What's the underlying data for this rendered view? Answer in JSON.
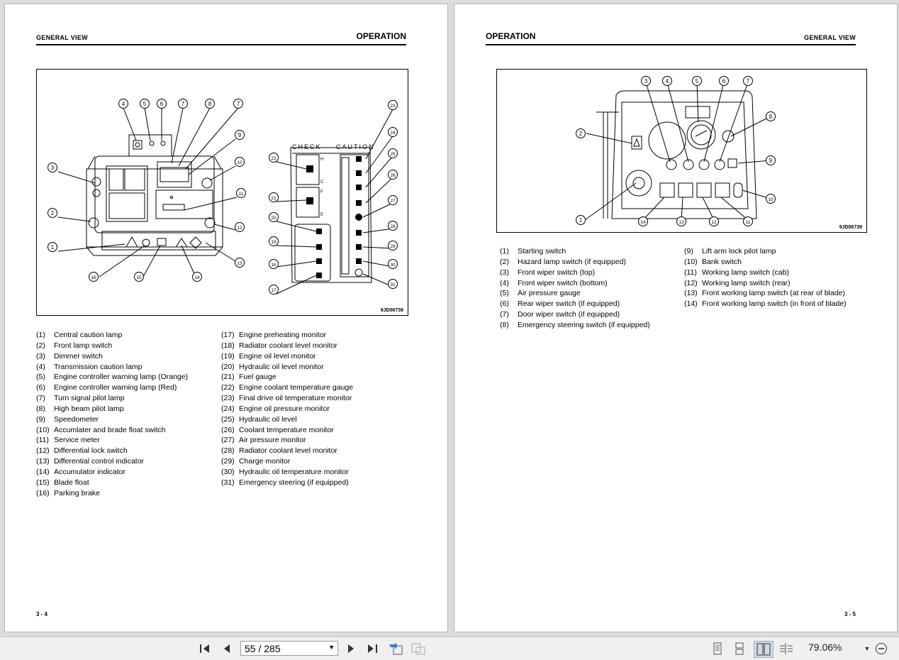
{
  "left_page": {
    "header_left": "GENERAL VIEW",
    "header_right": "OPERATION",
    "figure_code": "9JD06738",
    "monitor_labels": {
      "check": "CHECK",
      "caution": "CAUTION",
      "h": "H",
      "c": "C",
      "f": "F",
      "e": "E"
    },
    "callouts": [
      "1",
      "2",
      "3",
      "4",
      "5",
      "6",
      "7",
      "8",
      "7",
      "9",
      "10",
      "11",
      "12",
      "13",
      "14",
      "15",
      "16",
      "17",
      "18",
      "19",
      "20",
      "21",
      "22",
      "23",
      "24",
      "25",
      "26",
      "27",
      "28",
      "29",
      "30",
      "31"
    ],
    "legend_col1": [
      {
        "num": "(1)",
        "text": "Central caution lamp"
      },
      {
        "num": "(2)",
        "text": "Front lamp switch"
      },
      {
        "num": "(3)",
        "text": "Dimmer switch"
      },
      {
        "num": "(4)",
        "text": "Transmission caution lamp"
      },
      {
        "num": "(5)",
        "text": "Engine controller warning lamp (Orange)"
      },
      {
        "num": "(6)",
        "text": "Engine controller warning lamp (Red)"
      },
      {
        "num": "(7)",
        "text": "Turn signal pilot lamp"
      },
      {
        "num": "(8)",
        "text": "High beam pilot lamp"
      },
      {
        "num": "(9)",
        "text": "Speedometer"
      },
      {
        "num": "(10)",
        "text": "Accumlater and brade float switch"
      },
      {
        "num": "(11)",
        "text": "Service meter"
      },
      {
        "num": "(12)",
        "text": "Differential lock switch"
      },
      {
        "num": "(13)",
        "text": "Differential control indicator"
      },
      {
        "num": "(14)",
        "text": "Accumulator indicator"
      },
      {
        "num": "(15)",
        "text": "Blade float"
      },
      {
        "num": "(16)",
        "text": "Parking brake"
      }
    ],
    "legend_col2": [
      {
        "num": "(17)",
        "text": "Engine preheating monitor"
      },
      {
        "num": "(18)",
        "text": "Radiator coolant level monitor"
      },
      {
        "num": "(19)",
        "text": "Engine oil level monitor"
      },
      {
        "num": "(20)",
        "text": "Hydraulic oil level monitor"
      },
      {
        "num": "(21)",
        "text": "Fuel gauge"
      },
      {
        "num": "(22)",
        "text": "Engine coolant temperature gauge"
      },
      {
        "num": "(23)",
        "text": "Final drive oil temperature monitor"
      },
      {
        "num": "(24)",
        "text": "Engine oil pressure monitor"
      },
      {
        "num": "(25)",
        "text": "Hydraulic oil level"
      },
      {
        "num": "(26)",
        "text": "Coolant temperature monitor"
      },
      {
        "num": "(27)",
        "text": "Air pressure monitor"
      },
      {
        "num": "(28)",
        "text": "Radiator coolant level monitor"
      },
      {
        "num": "(29)",
        "text": "Charge monitor"
      },
      {
        "num": "(30)",
        "text": "Hydraulic oil temperature monitor"
      },
      {
        "num": "(31)",
        "text": "Emergency steering (if equipped)"
      }
    ],
    "page_number": "3 - 4"
  },
  "right_page": {
    "header_left": "OPERATION",
    "header_right": "GENERAL VIEW",
    "figure_code": "9JD06739",
    "callouts": [
      "1",
      "2",
      "3",
      "4",
      "5",
      "6",
      "7",
      "8",
      "9",
      "10",
      "11",
      "12",
      "13",
      "14"
    ],
    "legend_col1": [
      {
        "num": "(1)",
        "text": "Starting switch"
      },
      {
        "num": "(2)",
        "text": "Hazard lamp switch (if equipped)"
      },
      {
        "num": "(3)",
        "text": "Front wiper switch (top)"
      },
      {
        "num": "(4)",
        "text": "Front wiper switch (bottom)"
      },
      {
        "num": "(5)",
        "text": "Air pressure gauge"
      },
      {
        "num": "(6)",
        "text": "Rear wiper switch (if equipped)"
      },
      {
        "num": "(7)",
        "text": "Door wiper switch (if equipped)"
      },
      {
        "num": "(8)",
        "text": "Emergency steering switch (if equipped)"
      }
    ],
    "legend_col2": [
      {
        "num": "(9)",
        "text": "Lift arm lock pilot lamp"
      },
      {
        "num": "(10)",
        "text": "Bank switch"
      },
      {
        "num": "(11)",
        "text": "Working lamp switch (cab)"
      },
      {
        "num": "(12)",
        "text": "Working lamp switch (rear)"
      },
      {
        "num": "(13)",
        "text": "Front working lamp switch (at rear of blade)"
      },
      {
        "num": "(14)",
        "text": "Front working lamp switch (in front of blade)"
      }
    ],
    "page_number": "3 - 5"
  },
  "toolbar": {
    "page_input": "55 / 285",
    "zoom": "79.06%",
    "icons": [
      "first-page-icon",
      "prev-page-icon",
      "next-page-icon",
      "last-page-icon",
      "go-back-icon",
      "go-forward-icon",
      "single-page-icon",
      "continuous-icon",
      "two-page-icon",
      "two-page-continuous-icon",
      "zoom-dropdown-icon",
      "zoom-out-icon"
    ]
  }
}
